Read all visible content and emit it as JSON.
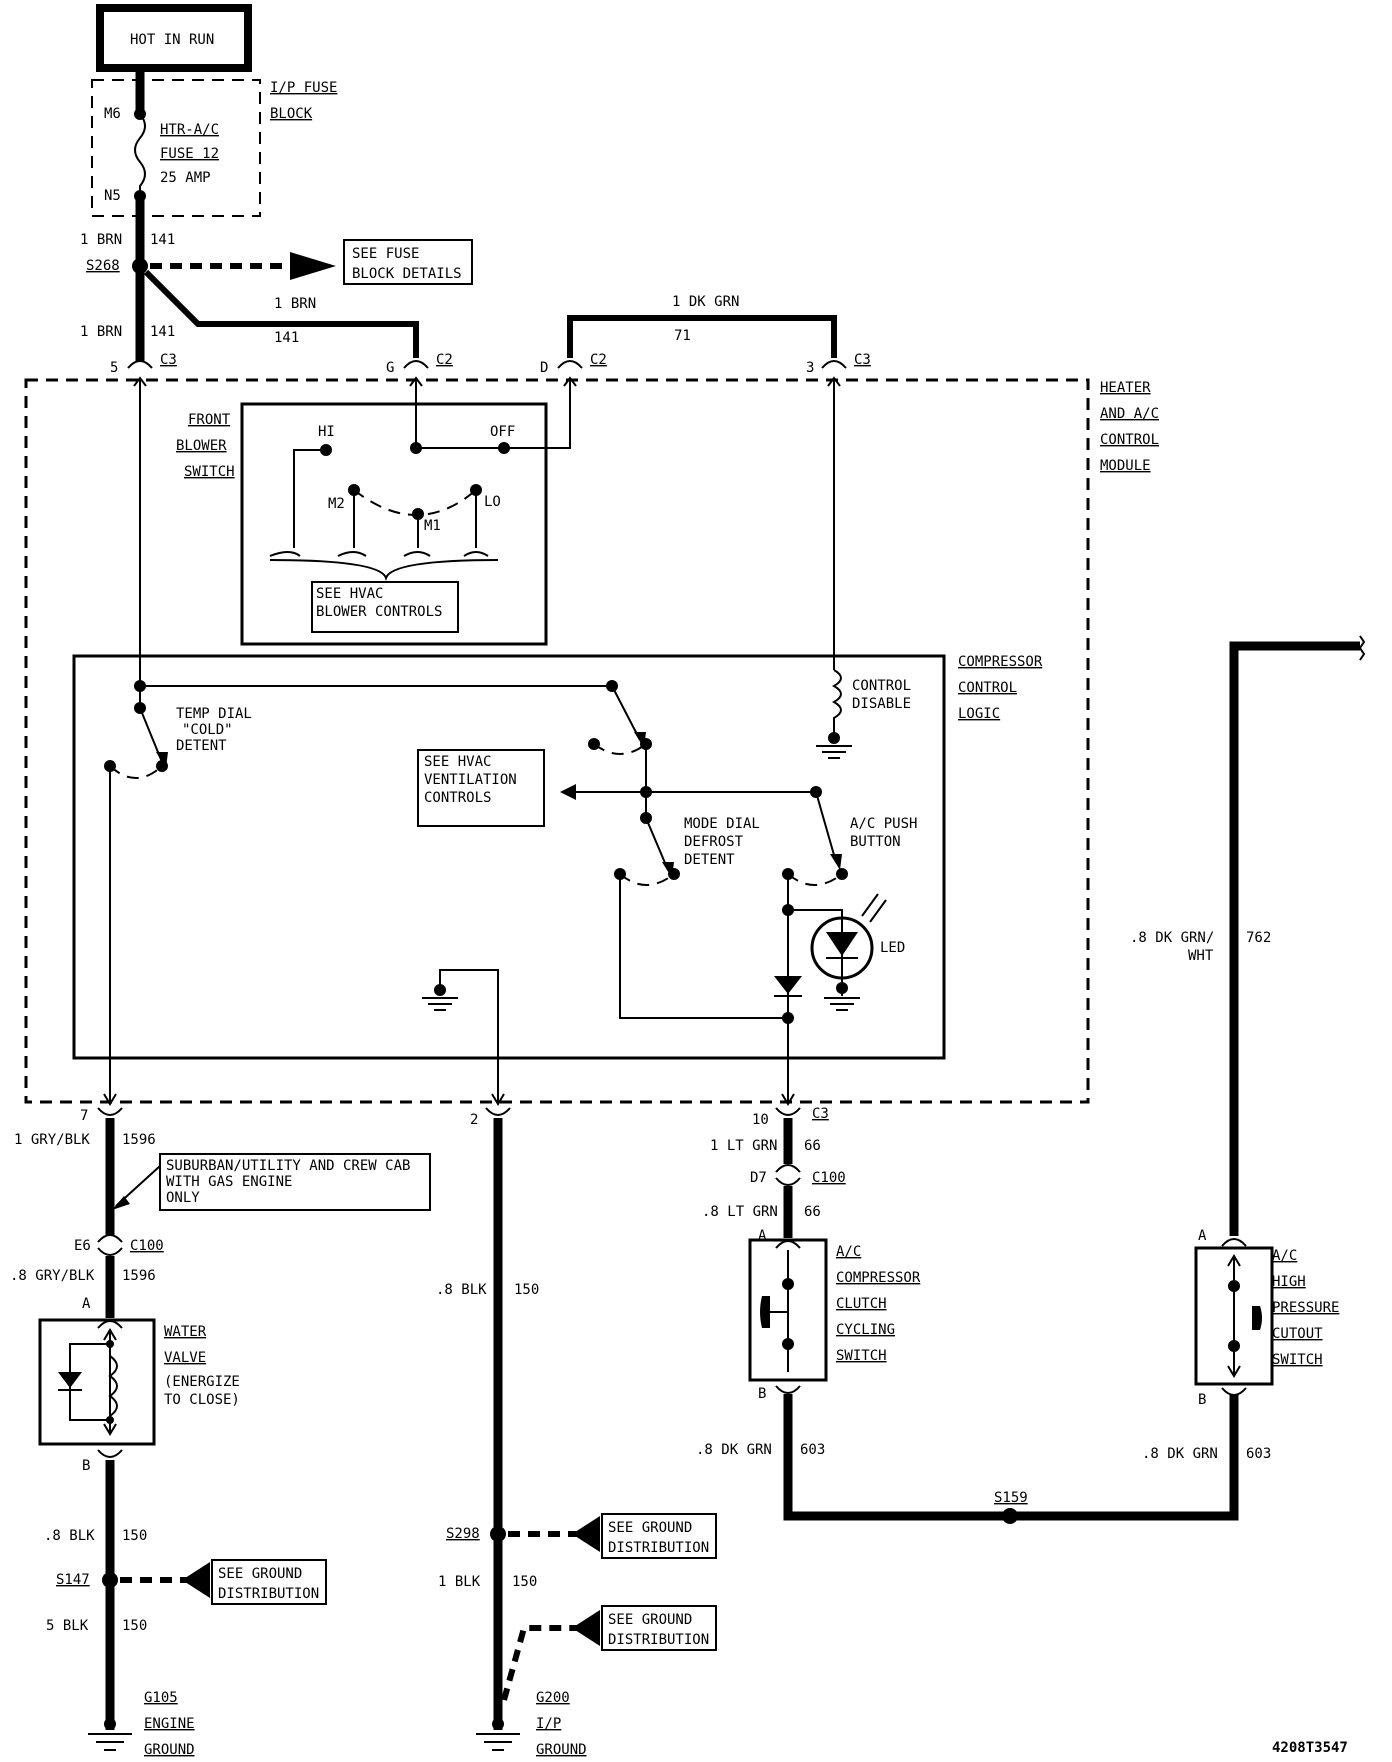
{
  "power": {
    "hot_label": "HOT IN RUN"
  },
  "fuse_block": {
    "title_1": "I/P FUSE",
    "title_2": "BLOCK",
    "pin_top": "M6",
    "pin_bottom": "N5",
    "fuse_name_1": "HTR-A/C",
    "fuse_name_2": "FUSE 12",
    "fuse_rating": "25 AMP"
  },
  "splice_s268": {
    "id": "S268",
    "wire_in_gauge": "1 BRN",
    "wire_in_circuit": "141",
    "see_box_1": "SEE FUSE",
    "see_box_2": "BLOCK DETAILS"
  },
  "top_wires": {
    "w1_gauge": "1 BRN",
    "w1_circuit": "141",
    "w2_gauge": "1 BRN",
    "w2_circuit": "141",
    "w3_gauge": "1 DK GRN",
    "w3_circuit": "71"
  },
  "connectors_top": [
    {
      "pin": "5",
      "conn": "C3"
    },
    {
      "pin": "G",
      "conn": "C2"
    },
    {
      "pin": "D",
      "conn": "C2"
    },
    {
      "pin": "3",
      "conn": "C3"
    }
  ],
  "module": {
    "title_1": "HEATER",
    "title_2": "AND A/C",
    "title_3": "CONTROL",
    "title_4": "MODULE"
  },
  "blower": {
    "title_1": "FRONT",
    "title_2": "BLOWER",
    "title_3": "SWITCH",
    "hi": "HI",
    "off": "OFF",
    "m2": "M2",
    "m1": "M1",
    "lo": "LO",
    "see_1": "SEE HVAC",
    "see_2": "BLOWER CONTROLS"
  },
  "compressor_logic": {
    "title_1": "COMPRESSOR",
    "title_2": "CONTROL",
    "title_3": "LOGIC",
    "control_1": "CONTROL",
    "control_2": "DISABLE",
    "temp_1": "TEMP DIAL",
    "temp_2": "\"COLD\"",
    "temp_3": "DETENT",
    "see_1": "SEE HVAC",
    "see_2": "VENTILATION",
    "see_3": "CONTROLS",
    "mode_1": "MODE DIAL",
    "mode_2": "DEFROST",
    "mode_3": "DETENT",
    "ac_1": "A/C PUSH",
    "ac_2": "BUTTON",
    "led": "LED"
  },
  "bottom_connectors": {
    "pin7": "7",
    "pin2": "2",
    "pin10": "10",
    "c3": "C3"
  },
  "left_branch": {
    "w1_gauge": "1 GRY/BLK",
    "w1_circuit": "1596",
    "note_1": "SUBURBAN/UTILITY AND CREW CAB",
    "note_2": "WITH GAS ENGINE",
    "note_3": "ONLY",
    "e6": "E6",
    "c100": "C100",
    "w2_gauge": ".8 GRY/BLK",
    "w2_circuit": "1596",
    "pin_a": "A",
    "pin_b": "B",
    "valve_1": "WATER",
    "valve_2": "VALVE",
    "valve_3": "(ENERGIZE",
    "valve_4": "TO CLOSE)",
    "w3_gauge": ".8 BLK",
    "w3_circuit": "150",
    "splice": "S147",
    "see_1": "SEE GROUND",
    "see_2": "DISTRIBUTION",
    "w4_gauge": "5 BLK",
    "w4_circuit": "150",
    "gnd_1": "G105",
    "gnd_2": "ENGINE",
    "gnd_3": "GROUND"
  },
  "mid_branch": {
    "w1_gauge": ".8 BLK",
    "w1_circuit": "150",
    "splice": "S298",
    "see_1": "SEE GROUND",
    "see_2": "DISTRIBUTION",
    "w2_gauge": "1 BLK",
    "w2_circuit": "150",
    "see_3": "SEE GROUND",
    "see_4": "DISTRIBUTION",
    "gnd_1": "G200",
    "gnd_2": "I/P",
    "gnd_3": "GROUND"
  },
  "right_branch": {
    "w1_gauge": "1 LT GRN",
    "w1_circuit": "66",
    "d7": "D7",
    "c100": "C100",
    "w2_gauge": ".8 LT GRN",
    "w2_circuit": "66",
    "pin_a": "A",
    "pin_b": "B",
    "sw_1": "A/C",
    "sw_2": "COMPRESSOR",
    "sw_3": "CLUTCH",
    "sw_4": "CYCLING",
    "sw_5": "SWITCH",
    "w3_gauge": ".8 DK GRN",
    "w3_circuit": "603",
    "splice": "S159"
  },
  "far_right": {
    "w1_gauge_1": ".8 DK GRN/",
    "w1_gauge_2": "WHT",
    "w1_circuit": "762",
    "pin_a": "A",
    "pin_b": "B",
    "sw_1": "A/C",
    "sw_2": "HIGH",
    "sw_3": "PRESSURE",
    "sw_4": "CUTOUT",
    "sw_5": "SWITCH",
    "w2_gauge": ".8 DK GRN",
    "w2_circuit": "603"
  },
  "figure_id": "4208T3547"
}
